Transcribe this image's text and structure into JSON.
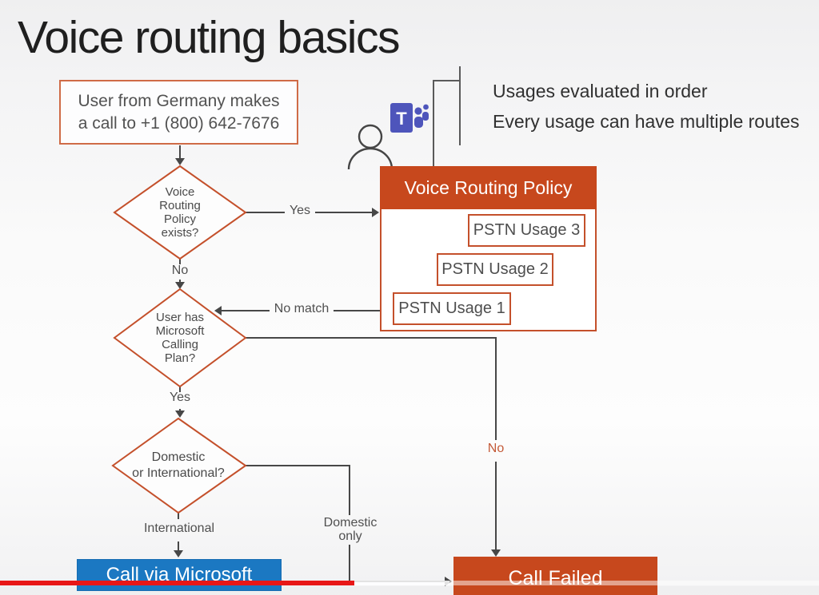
{
  "title": "Voice routing basics",
  "notes": {
    "line1": "Usages evaluated in order",
    "line2": "Every usage can have multiple routes"
  },
  "start_box": {
    "line1": "User from Germany makes",
    "line2": "a call to +1 (800) 642-7676"
  },
  "decisions": {
    "d1": {
      "line1": "Voice",
      "line2": "Routing",
      "line3": "Policy",
      "line4": "exists?"
    },
    "d2": {
      "line1": "User has",
      "line2": "Microsoft",
      "line3": "Calling",
      "line4": "Plan?"
    },
    "d3": {
      "line1": "Domestic",
      "line2": "or International?"
    }
  },
  "policy_box": {
    "title": "Voice Routing Policy",
    "usages": [
      "PSTN Usage 3",
      "PSTN Usage 2",
      "PSTN Usage 1"
    ]
  },
  "labels": {
    "yes1": "Yes",
    "no1": "No",
    "no_match": "No match",
    "yes2": "Yes",
    "no2": "No",
    "international": "International",
    "domestic_line1": "Domestic",
    "domestic_line2": "only"
  },
  "outcomes": {
    "success": "Call via Microsoft",
    "failure": "Call Failed"
  },
  "icons": {
    "teams_letter": "T",
    "teams_icon": "teams-icon",
    "person_icon": "person-outline-icon"
  },
  "colors": {
    "accent_orange": "#c7481d",
    "diamond_stroke": "#c4502b",
    "accent_blue": "#1b78c2",
    "teams_purple": "#4e55bb",
    "progress_red": "#e81717",
    "connector_gray": "#474747"
  }
}
